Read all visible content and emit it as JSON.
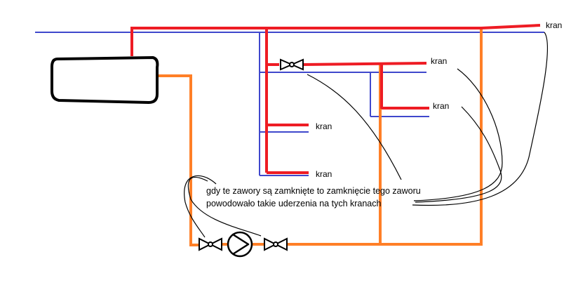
{
  "colors": {
    "hot": "#ee1c24",
    "cold": "#3f48cc",
    "circulation": "#ff7f27",
    "outline": "#000000",
    "background": "#ffffff"
  },
  "labels": {
    "kran_top_right": "kran",
    "kran_upper_middle": "kran",
    "kran_middle_right": "kran",
    "kran_left_upper": "kran",
    "kran_left_lower": "kran"
  },
  "note": {
    "line1": "gdy te zawory są zamknięte to zamknięcie tego zaworu",
    "line2": "powodowało takie uderzenia na tych kranach"
  },
  "icons": {
    "tank": "tank-icon",
    "pump": "pump-icon",
    "valve": "valve-icon"
  }
}
